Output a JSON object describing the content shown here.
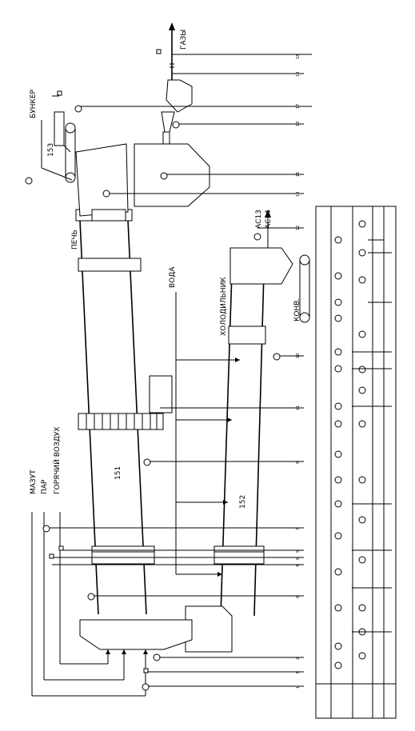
{
  "labels": {
    "bunker": "БУНКЕР",
    "gases": "ГАЗЫ",
    "kiln": "ПЕЧЬ",
    "water": "ВОДА",
    "cooler": "ХОЛОДИЛЬНИК",
    "conveyor": "КОНВ.",
    "mazut": "МАЗУТ",
    "steam": "ПАР",
    "hot_air": "ГОРЯЧИЙ ВОЗДУХ",
    "ac13": "АС13",
    "ac14": "АС14"
  },
  "units": {
    "kiln": "151",
    "cooler": "152",
    "feeder": "153"
  },
  "line_numbers": [
    "18",
    "18",
    "17",
    "13",
    "15",
    "14",
    "12",
    "10",
    "11",
    "9",
    "7",
    "5",
    "6",
    "4",
    "6",
    "2",
    "3",
    "1"
  ],
  "colors": {
    "ink": "#000000",
    "paper": "#ffffff"
  }
}
